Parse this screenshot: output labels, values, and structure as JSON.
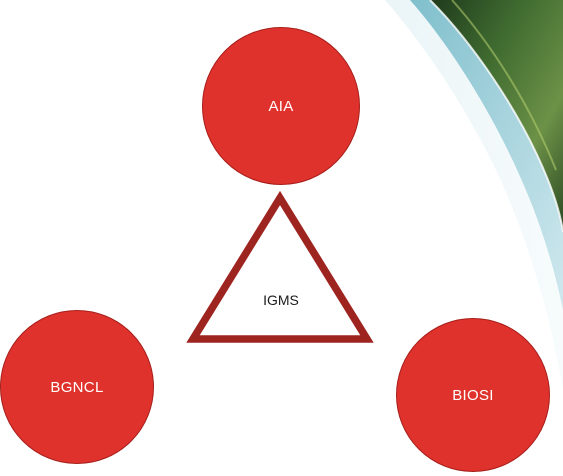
{
  "diagram": {
    "nodes": {
      "top": {
        "label": "AIA"
      },
      "bottom_left": {
        "label": "BGNCL"
      },
      "bottom_right": {
        "label": "BIOSI"
      }
    },
    "center": {
      "label": "IGMS"
    }
  },
  "colors": {
    "node_fill": "#e0322c",
    "node_border": "#a61e1a",
    "triangle_stroke": "#9e2420",
    "node_text": "#ffffff",
    "center_text": "#1a1a1a"
  }
}
